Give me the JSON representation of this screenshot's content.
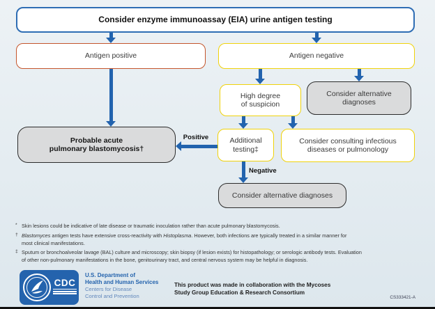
{
  "flowchart": {
    "title": "Consider enzyme immunoassay (EIA) urine antigen testing",
    "nodes": {
      "antigen_positive": "Antigen positive",
      "antigen_negative": "Antigen negative",
      "high_degree_line1": "High degree",
      "high_degree_line2": "of suspicion",
      "alt_diagnoses_top_line1": "Consider alternative",
      "alt_diagnoses_top_line2": "diagnoses",
      "probable_line1": "Probable acute",
      "probable_line2": "pulmonary blastomycosis†",
      "additional_line1": "Additional",
      "additional_line2": "testing‡",
      "consulting_line1": "Consider consulting infectious",
      "consulting_line2": "diseases or pulmonology",
      "alt_diagnoses_bottom": "Consider alternative diagnoses"
    },
    "edge_labels": {
      "positive": "Positive",
      "negative": "Negative"
    },
    "colors": {
      "arrow_blue": "#2263ae",
      "border_blue": "#2e6db4",
      "border_red": "#c4552b",
      "border_yellow": "#f0d20a",
      "gray_fill": "#dadbdc",
      "dark_border": "#2b2b2b"
    }
  },
  "footnotes": [
    {
      "marker": "*",
      "parts": [
        {
          "t": "Skin lesions could be indicative of late disease or traumatic inoculation rather than acute pulmonary blastomycosis."
        }
      ]
    },
    {
      "marker": "†",
      "parts": [
        {
          "t": "Blastomyces",
          "i": true
        },
        {
          "t": " antigen tests have extensive cross-reactivity with "
        },
        {
          "t": "Histoplasma",
          "i": true
        },
        {
          "t": ". However, both infections are typically treated in a similar manner for"
        },
        {
          "br": true
        },
        {
          "t": "most clinical manifestations."
        }
      ]
    },
    {
      "marker": "‡",
      "parts": [
        {
          "t": "Sputum or bronchoalveolar lavage (BAL) culture and microscopy; skin biopsy (if lesion exists) for histopathology; or serologic antibody tests. Evaluation"
        },
        {
          "br": true
        },
        {
          "t": "of other non-pulmonary manifestations in the bone, genitourinary tract, and central nervous system may be helpful in diagnosis."
        }
      ]
    }
  ],
  "footer": {
    "cdc_acronym": "CDC",
    "dept_line1": "U.S. Department of",
    "dept_line2": "Health and Human Services",
    "cdc_line1": "Centers for Disease",
    "cdc_line2": "Control and Prevention",
    "collab_line1": "This product was made in collaboration with the Mycoses",
    "collab_line2": "Study Group Education & Research Consortium",
    "doc_id": "CS333421-A"
  }
}
